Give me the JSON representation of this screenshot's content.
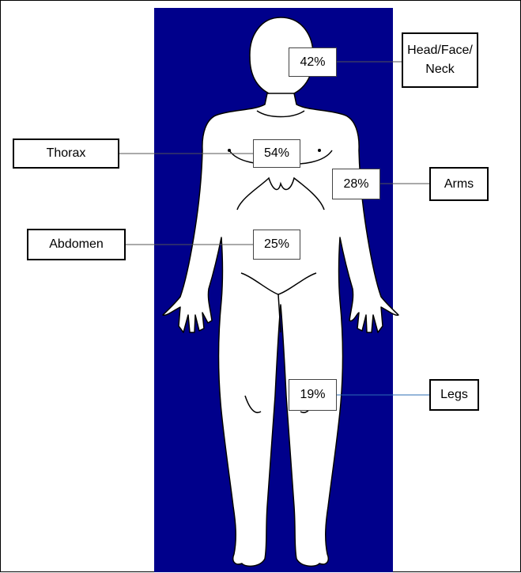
{
  "colors": {
    "background_panel": "#00008b",
    "body_fill": "#ffffff",
    "body_outline": "#000000",
    "leader_line": "#555555",
    "legs_leader_line": "#2e6cb5"
  },
  "regions": [
    {
      "id": "head",
      "label_line1": "Head/Face/",
      "label_line2": "Neck",
      "percent": "42%"
    },
    {
      "id": "thorax",
      "label": "Thorax",
      "percent": "54%"
    },
    {
      "id": "arms",
      "label": "Arms",
      "percent": "28%"
    },
    {
      "id": "abdomen",
      "label": "Abdomen",
      "percent": "25%"
    },
    {
      "id": "legs",
      "label": "Legs",
      "percent": "19%"
    }
  ]
}
